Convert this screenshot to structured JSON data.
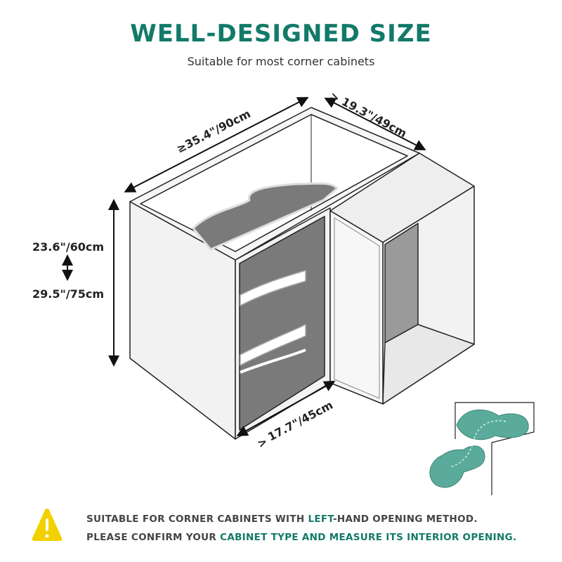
{
  "header": {
    "title": "WELL-DESIGNED SIZE",
    "subtitle": "Suitable for most corner cabinets"
  },
  "dimensions": {
    "width": "≥35.4\"/90cm",
    "depth": "19.3\"/49cm",
    "depth_prefix": ">",
    "height_min": "23.6\"/60cm",
    "height_max": "29.5\"/75cm",
    "opening": "17.7\"/45cm",
    "opening_prefix": ">"
  },
  "notes": {
    "line1_a": "SUITABLE FOR CORNER CABINETS WITH ",
    "line1_hl": "LEFT",
    "line1_b": "-HAND OPENING METHOD.",
    "line2_a": "PLEASE CONFIRM YOUR ",
    "line2_hl": "CABINET TYPE AND MEASURE ITS INTERIOR OPENING."
  },
  "colors": {
    "accent": "#127a68",
    "warning": "#f2d100",
    "turntable": "#5aab9b",
    "shelf": "#7a7a7a"
  },
  "icons": [
    "warning-icon"
  ]
}
